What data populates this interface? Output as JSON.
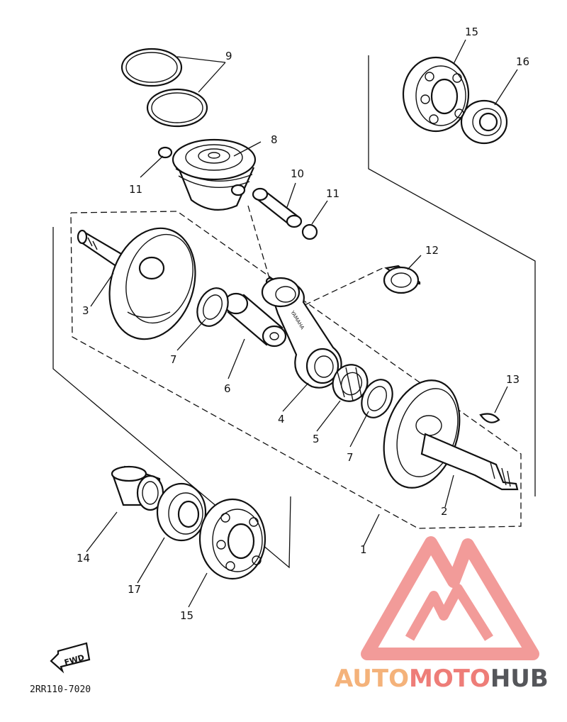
{
  "diagram": {
    "callouts": [
      {
        "id": "c1",
        "text": "1"
      },
      {
        "id": "c2",
        "text": "2"
      },
      {
        "id": "c3",
        "text": "3"
      },
      {
        "id": "c4",
        "text": "4"
      },
      {
        "id": "c5",
        "text": "5"
      },
      {
        "id": "c6",
        "text": "6"
      },
      {
        "id": "c7a",
        "text": "7"
      },
      {
        "id": "c7b",
        "text": "7"
      },
      {
        "id": "c8",
        "text": "8"
      },
      {
        "id": "c9",
        "text": "9"
      },
      {
        "id": "c10",
        "text": "10"
      },
      {
        "id": "c11a",
        "text": "11"
      },
      {
        "id": "c11b",
        "text": "11"
      },
      {
        "id": "c12",
        "text": "12"
      },
      {
        "id": "c13",
        "text": "13"
      },
      {
        "id": "c14",
        "text": "14"
      },
      {
        "id": "c15a",
        "text": "15"
      },
      {
        "id": "c15b",
        "text": "15"
      },
      {
        "id": "c16",
        "text": "16"
      },
      {
        "id": "c17",
        "text": "17"
      }
    ],
    "conrod_stamp": "YAMAHA",
    "fwd_label": "FWD",
    "diagram_code": "2RR110-7020"
  },
  "watermark": {
    "part1": "AUTO",
    "part2": "MOTO",
    "part3": "HUB",
    "colors": {
      "light": "#f4b27a",
      "mid": "#ee7d78",
      "dark": "#55565a",
      "logo": "#f08a88"
    }
  }
}
